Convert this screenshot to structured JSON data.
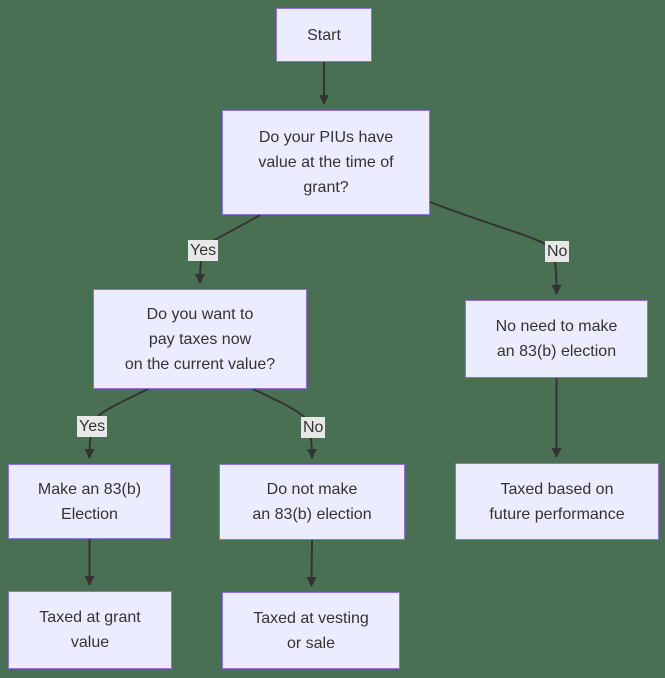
{
  "diagram": {
    "colors": {
      "background": "#4A7053",
      "node_fill": "#ECECFF",
      "node_border": "#9370DB",
      "text_color": "#333333",
      "edge_color": "#333333",
      "edge_label_bg": "#E8E8E8"
    },
    "nodes": {
      "start": {
        "lines": [
          "Start"
        ]
      },
      "q_value_at_grant": {
        "lines": [
          "Do your PIUs have",
          "value at the time of",
          "grant?"
        ]
      },
      "q_pay_taxes_now": {
        "lines": [
          "Do you want to",
          "pay taxes now",
          "on the current value?"
        ]
      },
      "no_need_83b": {
        "lines": [
          "No need to make",
          "an 83(b) election"
        ]
      },
      "make_83b": {
        "lines": [
          "Make an 83(b)",
          "Election"
        ]
      },
      "do_not_make_83b": {
        "lines": [
          "Do not make",
          "an 83(b) election"
        ]
      },
      "taxed_future": {
        "lines": [
          "Taxed based on",
          "future performance"
        ]
      },
      "taxed_grant": {
        "lines": [
          "Taxed at grant",
          "value"
        ]
      },
      "taxed_vesting": {
        "lines": [
          "Taxed at vesting",
          "or sale"
        ]
      }
    },
    "edges": [
      {
        "from": "start",
        "to": "q_value_at_grant",
        "label": ""
      },
      {
        "from": "q_value_at_grant",
        "to": "q_pay_taxes_now",
        "label": "Yes"
      },
      {
        "from": "q_value_at_grant",
        "to": "no_need_83b",
        "label": "No"
      },
      {
        "from": "q_pay_taxes_now",
        "to": "make_83b",
        "label": "Yes"
      },
      {
        "from": "q_pay_taxes_now",
        "to": "do_not_make_83b",
        "label": "No"
      },
      {
        "from": "no_need_83b",
        "to": "taxed_future",
        "label": ""
      },
      {
        "from": "make_83b",
        "to": "taxed_grant",
        "label": ""
      },
      {
        "from": "do_not_make_83b",
        "to": "taxed_vesting",
        "label": ""
      }
    ]
  }
}
